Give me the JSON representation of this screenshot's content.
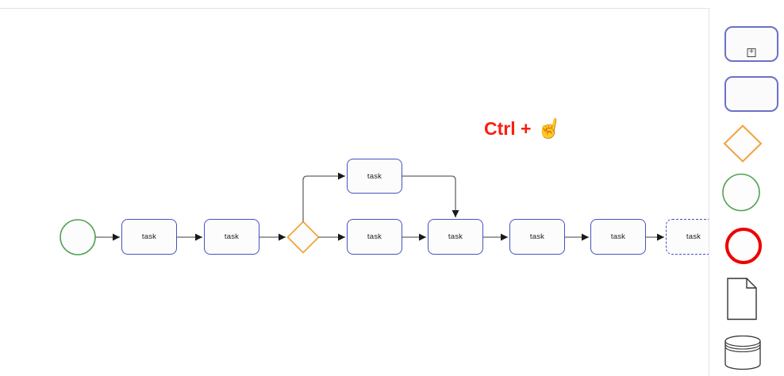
{
  "canvas": {
    "colors": {
      "task_border": "#4353c4",
      "task_fill": "#fcfcfc",
      "connector": "#666666",
      "arrowhead": "#1a1a1a",
      "start_event": "#54a254",
      "gateway": "#f2a33c",
      "canvas_border": "#e3e3e3"
    },
    "annotation": {
      "text": "Ctrl +",
      "color": "#fb1d10",
      "icon": "hand-cursor-icon",
      "glyph": "☝"
    },
    "tasks": [
      {
        "id": "task-1",
        "label": "task"
      },
      {
        "id": "task-2",
        "label": "task"
      },
      {
        "id": "task-upper",
        "label": "task"
      },
      {
        "id": "task-3",
        "label": "task"
      },
      {
        "id": "task-4",
        "label": "task"
      },
      {
        "id": "task-5",
        "label": "task"
      },
      {
        "id": "task-6",
        "label": "task"
      },
      {
        "id": "task-7-dashed",
        "label": "task"
      }
    ]
  },
  "palette": {
    "plus_glyph": "+",
    "items": [
      {
        "name": "subprocess",
        "shape": "rounded-rect-plus",
        "color": "#6b71c9"
      },
      {
        "name": "task",
        "shape": "rounded-rect",
        "color": "#6b71c9"
      },
      {
        "name": "gateway",
        "shape": "diamond",
        "color": "#f2a33c"
      },
      {
        "name": "start-event",
        "shape": "circle",
        "color": "#54a254"
      },
      {
        "name": "end-event",
        "shape": "thick-circle",
        "color": "#ee0000"
      },
      {
        "name": "data-object",
        "shape": "document",
        "color": "#333333"
      },
      {
        "name": "data-store",
        "shape": "cylinder",
        "color": "#333333"
      }
    ]
  }
}
